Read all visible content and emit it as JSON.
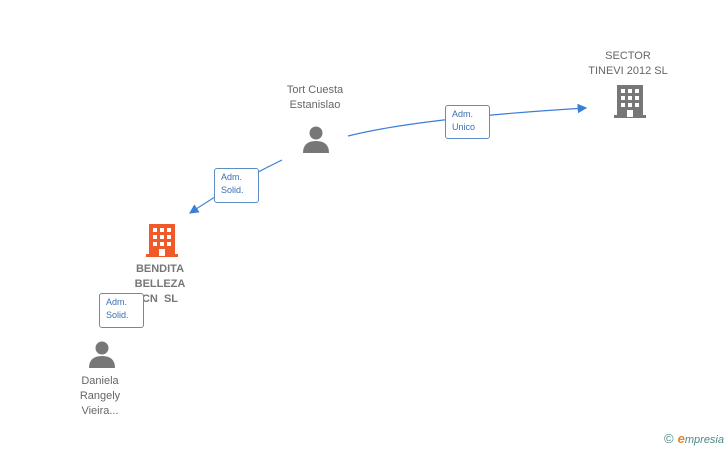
{
  "nodes": {
    "tort": {
      "line1": "Tort Cuesta",
      "line2": "Estanislao",
      "icon": "person-icon"
    },
    "sector": {
      "line1": "SECTOR",
      "line2": "TINEVI 2012 SL",
      "icon": "building-icon"
    },
    "bendita": {
      "line1": "BENDITA",
      "line2": "BELLEZA",
      "line3": "CN  SL",
      "icon": "building-icon",
      "color": "#f05a28"
    },
    "daniela": {
      "line1": "Daniela",
      "line2": "Rangely",
      "line3": "Vieira...",
      "icon": "person-icon"
    }
  },
  "edges": {
    "tort_sector": {
      "line1": "Adm.",
      "line2": "Unico"
    },
    "tort_bendita": {
      "line1": "Adm.",
      "line2": "Solid."
    },
    "daniela_bendita": {
      "line1": "Adm.",
      "line2": "Solid."
    }
  },
  "colors": {
    "edge": "#3b7dd8",
    "icon_gray": "#777777",
    "accent": "#f05a28"
  },
  "brand": {
    "copyright": "©",
    "e": "e",
    "rest": "mpresia"
  }
}
